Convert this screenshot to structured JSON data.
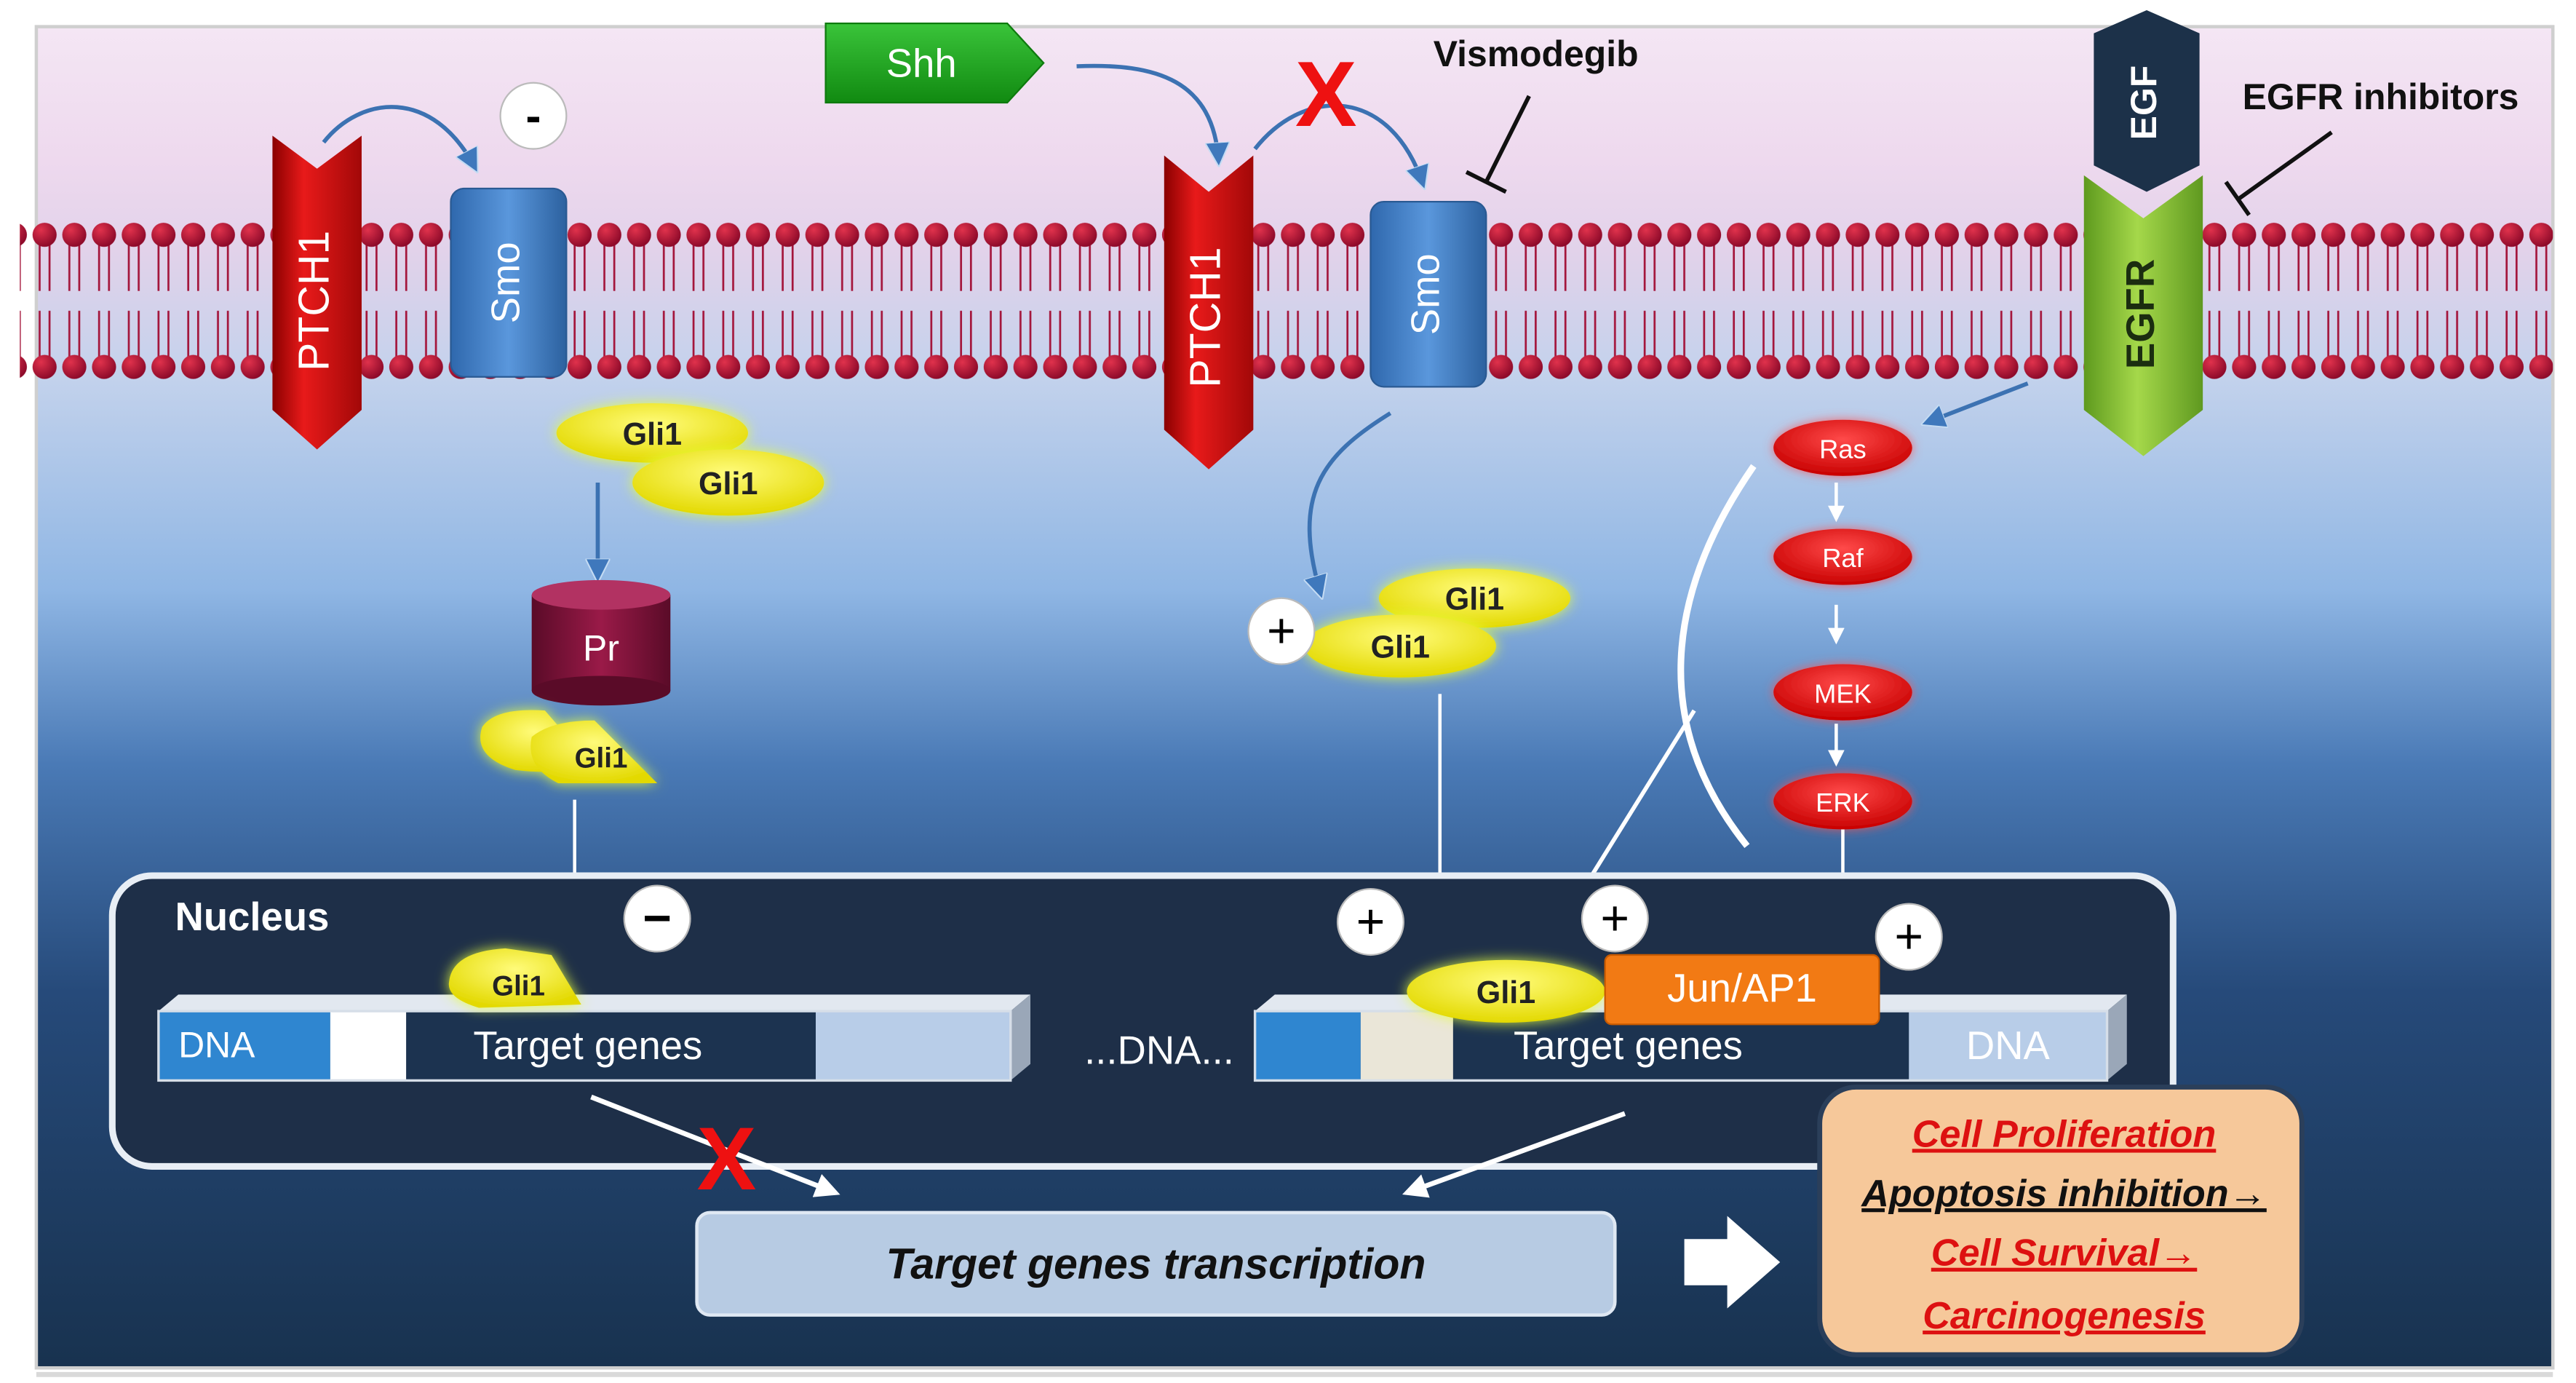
{
  "diagram": {
    "ligands": {
      "shh": "Shh",
      "egf": "EGF"
    },
    "inhibitors": {
      "vismodegib": "Vismodegib",
      "egfr_inhibitors": "EGFR inhibitors"
    },
    "receptors": {
      "ptch1_left": "PTCH1",
      "ptch1_right": "PTCH1",
      "smo_left": "Smo",
      "smo_right": "Smo",
      "egfr": "EGFR"
    },
    "gli": {
      "left_a": "Gli1",
      "left_b": "Gli1",
      "cleaved": "Gli1",
      "right_a": "Gli1",
      "right_b": "Gli1",
      "nuclear_left": "Gli1",
      "nuclear_right": "Gli1"
    },
    "proteasome": "Pr",
    "kinases": [
      "Ras",
      "Raf",
      "MEK",
      "ERK"
    ],
    "nucleus_label": "Nucleus",
    "dna": {
      "left_label": "DNA",
      "left_target": "Target genes",
      "middle": "...DNA...",
      "right_target": "Target genes",
      "right_label": "DNA",
      "jun_ap1": "Jun/AP1"
    },
    "signs": {
      "minus_top": "-",
      "minus_nucleus": "−",
      "plus": "+",
      "block_mark": "X"
    },
    "transcription": "Target genes transcription",
    "outcomes": [
      {
        "text": "Cell Proliferation",
        "color": "#dd1111"
      },
      {
        "text": "Apoptosis inhibition→",
        "color": "#111111"
      },
      {
        "text": "Cell Survival→",
        "color": "#dd1111"
      },
      {
        "text": "Carcinogenesis",
        "color": "#dd1111"
      }
    ]
  },
  "colors": {
    "ptch1_red": "#d21010",
    "smo_blue": "#3a78c2",
    "shh_green": "#1aa11a",
    "egfr_green": "#86c232",
    "egf_navy": "#1c3149",
    "gli_yellow": "#f4ee12",
    "kinase_red": "#e80c0c",
    "jun_orange": "#f27a14",
    "outcome_bg": "#f6c89a",
    "proteasome": "#7d1236",
    "nucleus_bg": "#1e2f48"
  }
}
